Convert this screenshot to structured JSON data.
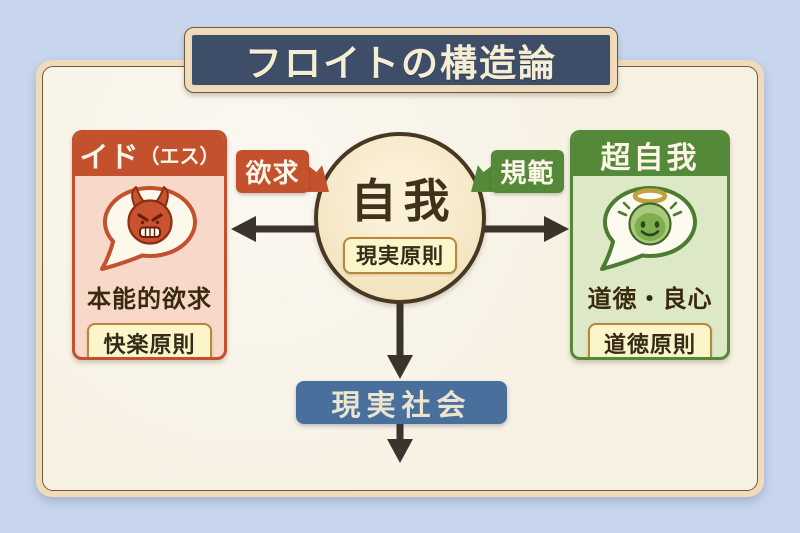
{
  "title": "フロイトの構造論",
  "id_box": {
    "header_main": "イド",
    "header_sub": "（エス）",
    "icon": "devil-face-icon",
    "description": "本能的欲求",
    "principle": "快楽原則"
  },
  "ego": {
    "label": "自我",
    "principle": "現実原則"
  },
  "superego_box": {
    "header": "超自我",
    "icon": "angel-face-icon",
    "description": "道徳・良心",
    "principle": "道徳原則"
  },
  "arrows": {
    "desire_label": "欲求",
    "norm_label": "規範"
  },
  "society": {
    "label": "現実社会"
  },
  "colors": {
    "page_bg": "#c7d6ec",
    "card_frame": "#f0dcba",
    "card_paper": "#f7f1e3",
    "title_navy": "#3e4e68",
    "id_red": "#c4512d",
    "id_body_pink": "#f8d8c9",
    "superego_green": "#55893a",
    "superego_body_green": "#dce8c6",
    "society_blue": "#49709d",
    "principle_badge_bg": "#fcf5c9",
    "principle_badge_border": "#b8873c",
    "arrow_ink": "#3a342c",
    "cream_text": "#f6edd5"
  }
}
